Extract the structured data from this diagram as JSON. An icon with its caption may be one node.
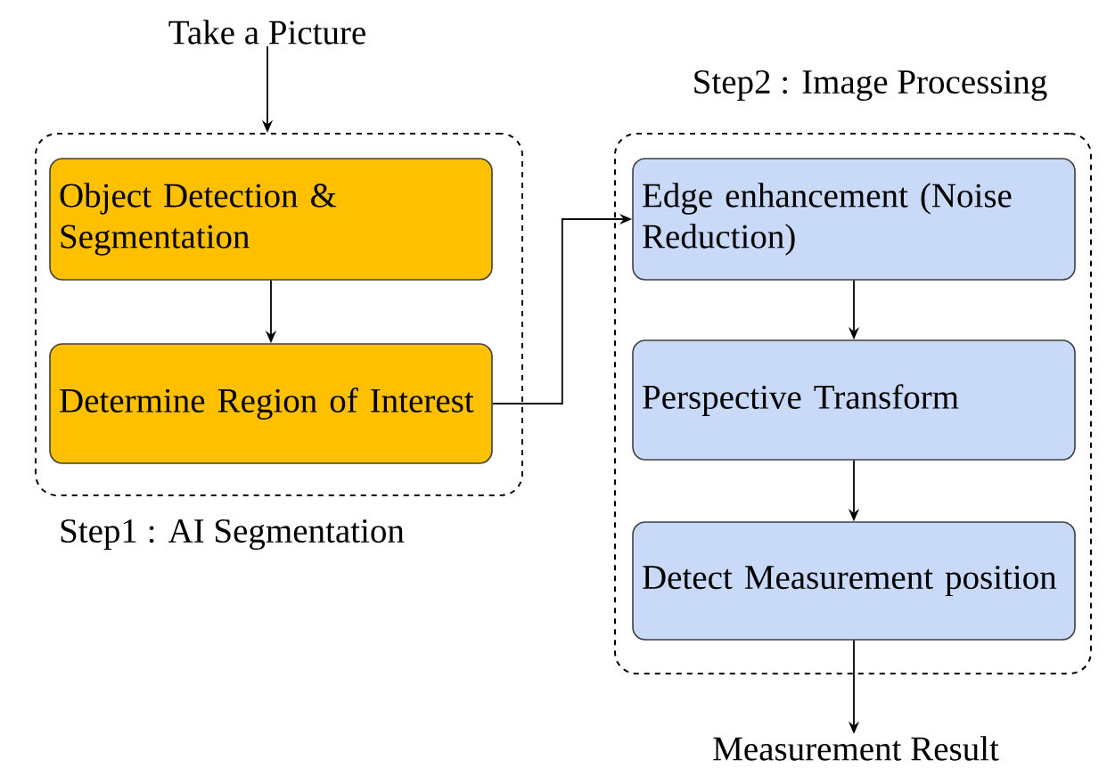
{
  "diagram": {
    "nodes": [
      {
        "text": [
          "Take a Picture"
        ]
      },
      {
        "text": [
          "Step1 : AI Segmentation"
        ]
      },
      {
        "text": [
          "Object Detection & Segmentation"
        ],
        "in": 1
      },
      {
        "text": [
          "Determine Region of Interest"
        ],
        "in": 1
      },
      {
        "text": [
          "Step2 : Image Processing"
        ]
      },
      {
        "text": [
          "Edge enhancement (Noise Reduction)"
        ],
        "in": 4
      },
      {
        "text": [
          "Perspective Transform"
        ],
        "in": 4
      },
      {
        "text": [
          "Detect Measurement position"
        ],
        "in": 4
      },
      {
        "text": [
          "Measurement Result"
        ]
      }
    ],
    "edges": [
      {
        "from": 0,
        "to": 1,
        "arrow": "to"
      },
      {
        "from": 2,
        "to": 3,
        "arrow": "to"
      },
      {
        "from": 3,
        "to": 5,
        "arrow": "to"
      },
      {
        "from": 5,
        "to": 6,
        "arrow": "to"
      },
      {
        "from": 6,
        "to": 7,
        "arrow": "to"
      },
      {
        "from": 7,
        "to": 8,
        "arrow": "to"
      }
    ]
  }
}
